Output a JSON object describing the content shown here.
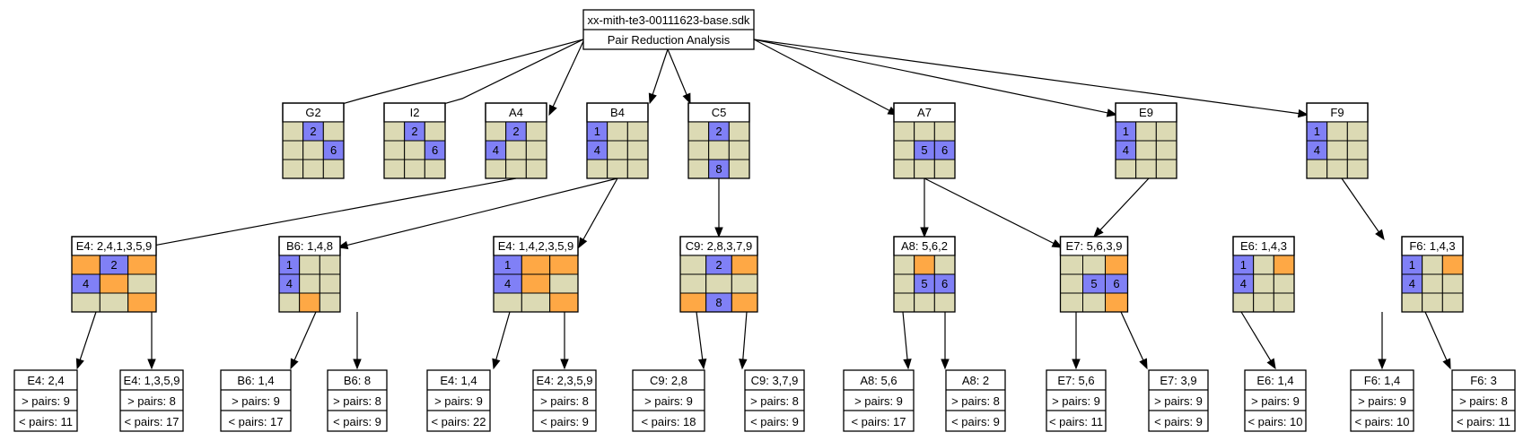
{
  "colors": {
    "empty": "#dcdab4",
    "given": "#8080f6",
    "candidate": "#fea845"
  },
  "root": {
    "title": "xx-mith-te3-00111623-base.sdk",
    "subtitle": "Pair Reduction Analysis"
  },
  "level1": [
    {
      "id": "G2",
      "label": "G2",
      "grid": [
        [
          "",
          "2",
          ""
        ],
        [
          "",
          "",
          "6"
        ],
        [
          "",
          "",
          ""
        ]
      ],
      "colors": [
        [
          "e",
          "g",
          "e"
        ],
        [
          "e",
          "e",
          "g"
        ],
        [
          "e",
          "e",
          "e"
        ]
      ]
    },
    {
      "id": "I2",
      "label": "I2",
      "grid": [
        [
          "",
          "2",
          ""
        ],
        [
          "",
          "",
          "6"
        ],
        [
          "",
          "",
          ""
        ]
      ],
      "colors": [
        [
          "e",
          "g",
          "e"
        ],
        [
          "e",
          "e",
          "g"
        ],
        [
          "e",
          "e",
          "e"
        ]
      ]
    },
    {
      "id": "A4",
      "label": "A4",
      "grid": [
        [
          "",
          "2",
          ""
        ],
        [
          "4",
          "",
          ""
        ],
        [
          "",
          "",
          ""
        ]
      ],
      "colors": [
        [
          "e",
          "g",
          "e"
        ],
        [
          "g",
          "e",
          "e"
        ],
        [
          "e",
          "e",
          "e"
        ]
      ]
    },
    {
      "id": "B4",
      "label": "B4",
      "grid": [
        [
          "1",
          "",
          ""
        ],
        [
          "4",
          "",
          ""
        ],
        [
          "",
          "",
          ""
        ]
      ],
      "colors": [
        [
          "g",
          "e",
          "e"
        ],
        [
          "g",
          "e",
          "e"
        ],
        [
          "e",
          "e",
          "e"
        ]
      ]
    },
    {
      "id": "C5",
      "label": "C5",
      "grid": [
        [
          "",
          "2",
          ""
        ],
        [
          "",
          "",
          ""
        ],
        [
          "",
          "8",
          ""
        ]
      ],
      "colors": [
        [
          "e",
          "g",
          "e"
        ],
        [
          "e",
          "e",
          "e"
        ],
        [
          "e",
          "g",
          "e"
        ]
      ]
    },
    {
      "id": "A7",
      "label": "A7",
      "grid": [
        [
          "",
          "",
          ""
        ],
        [
          "",
          "5",
          "6"
        ],
        [
          "",
          "",
          ""
        ]
      ],
      "colors": [
        [
          "e",
          "e",
          "e"
        ],
        [
          "e",
          "g",
          "g"
        ],
        [
          "e",
          "e",
          "e"
        ]
      ]
    },
    {
      "id": "E9",
      "label": "E9",
      "grid": [
        [
          "1",
          "",
          ""
        ],
        [
          "4",
          "",
          ""
        ],
        [
          "",
          "",
          ""
        ]
      ],
      "colors": [
        [
          "g",
          "e",
          "e"
        ],
        [
          "g",
          "e",
          "e"
        ],
        [
          "e",
          "e",
          "e"
        ]
      ]
    },
    {
      "id": "F9",
      "label": "F9",
      "grid": [
        [
          "1",
          "",
          ""
        ],
        [
          "4",
          "",
          ""
        ],
        [
          "",
          "",
          ""
        ]
      ],
      "colors": [
        [
          "g",
          "e",
          "e"
        ],
        [
          "g",
          "e",
          "e"
        ],
        [
          "e",
          "e",
          "e"
        ]
      ]
    }
  ],
  "level2": [
    {
      "id": "E4a",
      "parent": "A4",
      "label": "E4: 2,4,1,3,5,9",
      "grid": [
        [
          "",
          "2",
          ""
        ],
        [
          "4",
          "",
          ""
        ],
        [
          "",
          "",
          ""
        ]
      ],
      "colors": [
        [
          "c",
          "g",
          "c"
        ],
        [
          "g",
          "c",
          "e"
        ],
        [
          "e",
          "e",
          "c"
        ]
      ]
    },
    {
      "id": "B6",
      "parent": "B4",
      "label": "B6: 1,4,8",
      "grid": [
        [
          "1",
          "",
          ""
        ],
        [
          "4",
          "",
          ""
        ],
        [
          "",
          "",
          ""
        ]
      ],
      "colors": [
        [
          "g",
          "e",
          "e"
        ],
        [
          "g",
          "e",
          "e"
        ],
        [
          "e",
          "c",
          "e"
        ]
      ]
    },
    {
      "id": "E4b",
      "parent": "B4",
      "label": "E4: 1,4,2,3,5,9",
      "grid": [
        [
          "1",
          "",
          ""
        ],
        [
          "4",
          "",
          ""
        ],
        [
          "",
          "",
          ""
        ]
      ],
      "colors": [
        [
          "g",
          "c",
          "c"
        ],
        [
          "g",
          "c",
          "e"
        ],
        [
          "e",
          "e",
          "c"
        ]
      ]
    },
    {
      "id": "C9",
      "parent": "C5",
      "label": "C9: 2,8,3,7,9",
      "grid": [
        [
          "",
          "2",
          ""
        ],
        [
          "",
          "",
          ""
        ],
        [
          "",
          "8",
          ""
        ]
      ],
      "colors": [
        [
          "e",
          "g",
          "c"
        ],
        [
          "e",
          "e",
          "e"
        ],
        [
          "c",
          "g",
          "c"
        ]
      ]
    },
    {
      "id": "A8",
      "parent": "A7",
      "label": "A8: 5,6,2",
      "grid": [
        [
          "",
          "",
          ""
        ],
        [
          "",
          "5",
          "6"
        ],
        [
          "",
          "",
          ""
        ]
      ],
      "colors": [
        [
          "e",
          "c",
          "e"
        ],
        [
          "e",
          "g",
          "g"
        ],
        [
          "e",
          "e",
          "e"
        ]
      ]
    },
    {
      "id": "E7",
      "parent": "A7",
      "label": "E7: 5,6,3,9",
      "grid": [
        [
          "",
          "",
          ""
        ],
        [
          "",
          "5",
          "6"
        ],
        [
          "",
          "",
          ""
        ]
      ],
      "colors": [
        [
          "e",
          "e",
          "c"
        ],
        [
          "e",
          "g",
          "g"
        ],
        [
          "e",
          "e",
          "c"
        ]
      ]
    },
    {
      "id": "E6",
      "parent": "E9",
      "label": "E6: 1,4,3",
      "grid": [
        [
          "1",
          "",
          ""
        ],
        [
          "4",
          "",
          ""
        ],
        [
          "",
          "",
          ""
        ]
      ],
      "colors": [
        [
          "g",
          "e",
          "c"
        ],
        [
          "g",
          "e",
          "e"
        ],
        [
          "e",
          "e",
          "e"
        ]
      ]
    },
    {
      "id": "F6",
      "parent": "F9",
      "label": "F6: 1,4,3",
      "grid": [
        [
          "1",
          "",
          ""
        ],
        [
          "4",
          "",
          ""
        ],
        [
          "",
          "",
          ""
        ]
      ],
      "colors": [
        [
          "g",
          "e",
          "c"
        ],
        [
          "g",
          "e",
          "e"
        ],
        [
          "e",
          "e",
          "e"
        ]
      ]
    }
  ],
  "level3": [
    {
      "parent": "E4a",
      "label": "E4: 2,4",
      "more": "> pairs: 9",
      "less": "< pairs: 11"
    },
    {
      "parent": "E4a",
      "label": "E4: 1,3,5,9",
      "more": "> pairs: 8",
      "less": "< pairs: 17"
    },
    {
      "parent": "B6",
      "label": "B6: 1,4",
      "more": "> pairs: 9",
      "less": "< pairs: 17"
    },
    {
      "parent": "B6",
      "label": "B6: 8",
      "more": "> pairs: 8",
      "less": "< pairs: 9"
    },
    {
      "parent": "E4b",
      "label": "E4: 1,4",
      "more": "> pairs: 9",
      "less": "< pairs: 22"
    },
    {
      "parent": "E4b",
      "label": "E4: 2,3,5,9",
      "more": "> pairs: 8",
      "less": "< pairs: 9"
    },
    {
      "parent": "C9",
      "label": "C9: 2,8",
      "more": "> pairs: 9",
      "less": "< pairs: 18"
    },
    {
      "parent": "C9",
      "label": "C9: 3,7,9",
      "more": "> pairs: 8",
      "less": "< pairs: 9"
    },
    {
      "parent": "A8",
      "label": "A8: 5,6",
      "more": "> pairs: 9",
      "less": "< pairs: 17"
    },
    {
      "parent": "A8",
      "label": "A8: 2",
      "more": "> pairs: 8",
      "less": "< pairs: 9"
    },
    {
      "parent": "E7",
      "label": "E7: 5,6",
      "more": "> pairs: 9",
      "less": "< pairs: 11"
    },
    {
      "parent": "E7",
      "label": "E7: 3,9",
      "more": "> pairs: 9",
      "less": "< pairs: 9"
    },
    {
      "parent": "E6",
      "label": "E6: 1,4",
      "more": "> pairs: 9",
      "less": "< pairs: 10"
    },
    {
      "parent": "F6",
      "label": "F6: 1,4",
      "more": "> pairs: 9",
      "less": "< pairs: 10"
    },
    {
      "parent": "F6",
      "label": "F6: 3",
      "more": "> pairs: 8",
      "less": "< pairs: 11"
    }
  ]
}
